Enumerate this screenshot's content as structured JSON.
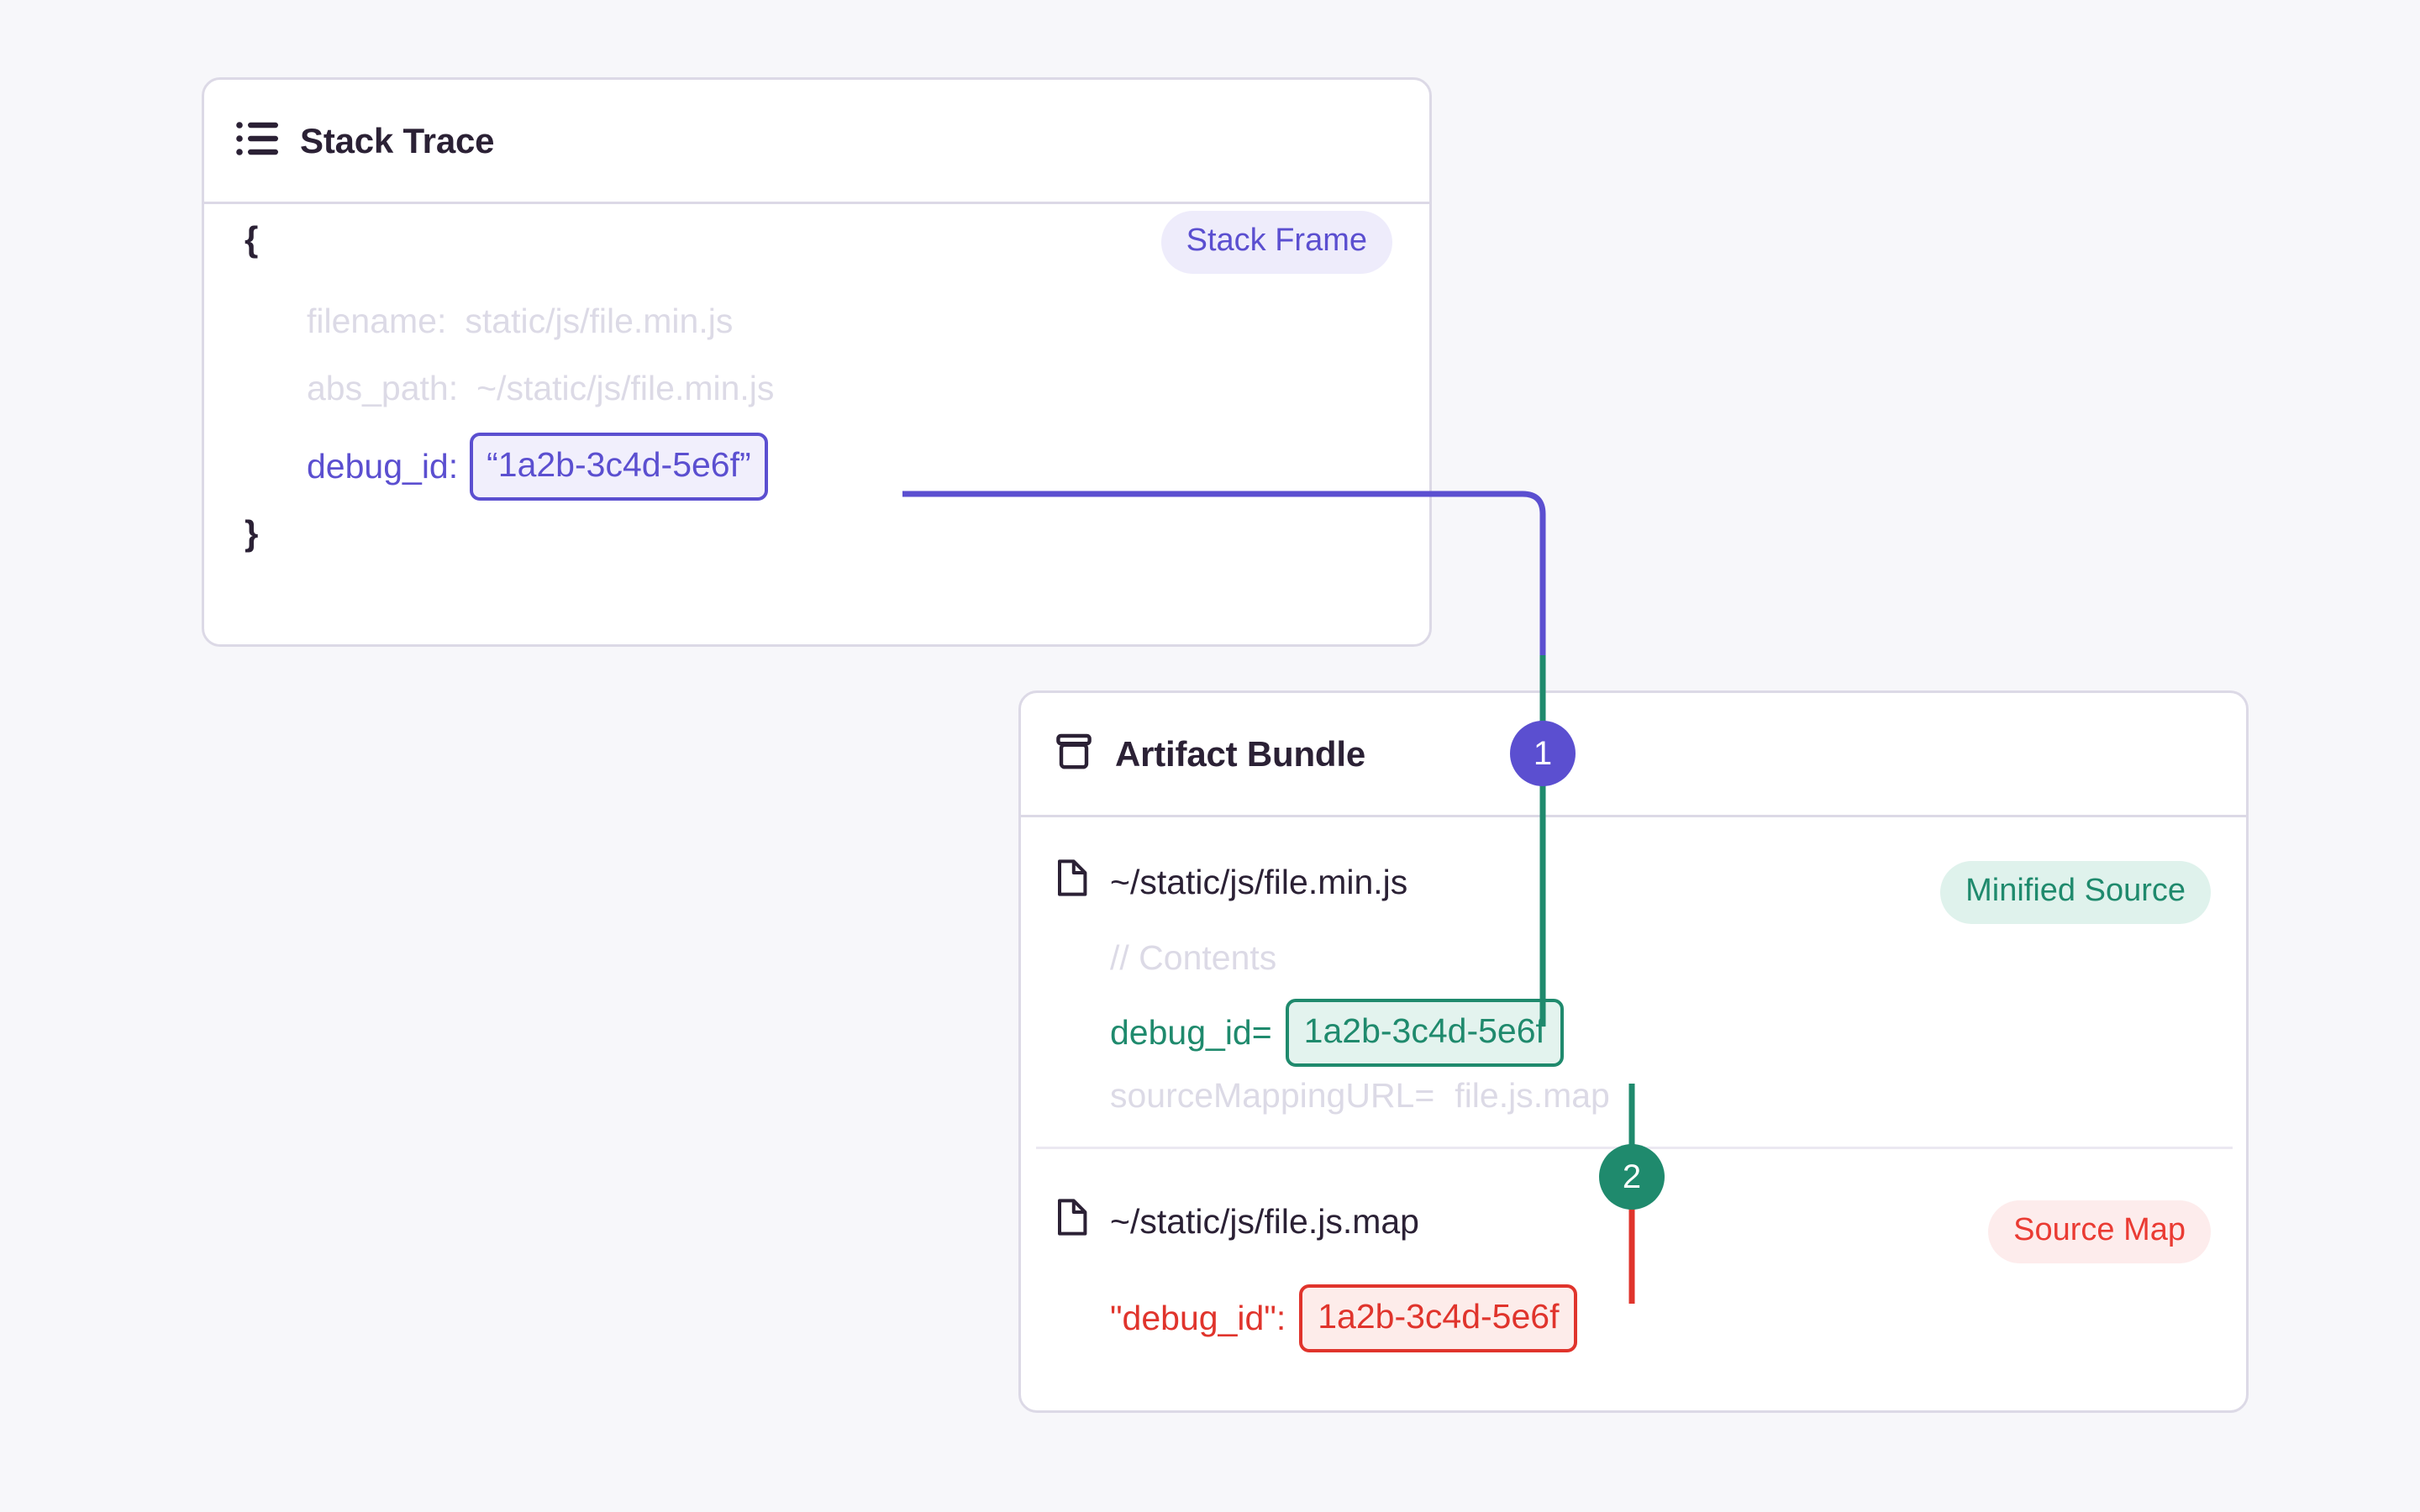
{
  "background_color": "#f7f7fa",
  "colors": {
    "purple": "#5b4fd0",
    "teal": "#1f8a6d",
    "red": "#e0342c",
    "muted_text": "#dcdae6",
    "panel_border": "#dcd9e6",
    "title_text": "#2b2135"
  },
  "stack_trace_panel": {
    "title": "Stack Trace",
    "icon": "list-icon",
    "badge": {
      "label": "Stack Frame",
      "color": "#5b4fd0",
      "background": "#eeecfb"
    },
    "open_brace": "{",
    "close_brace": "}",
    "rows": [
      {
        "key": "filename:",
        "value": "static/js/file.min.js",
        "style": "muted"
      },
      {
        "key": "abs_path:",
        "value": "~/static/js/file.min.js",
        "style": "muted"
      },
      {
        "key": "debug_id:",
        "value": "“1a2b-3c4d-5e6f”",
        "style": "highlight-purple"
      }
    ]
  },
  "artifact_bundle_panel": {
    "title": "Artifact Bundle",
    "icon": "package-icon",
    "artifacts": [
      {
        "icon": "file-icon",
        "path": "~/static/js/file.min.js",
        "badge": {
          "label": "Minified Source",
          "color": "#1f8a6d",
          "background": "#dff2ec"
        },
        "lines": [
          {
            "key": "// Contents",
            "value": "",
            "style": "muted"
          },
          {
            "key": "debug_id=",
            "value": "1a2b-3c4d-5e6f",
            "style": "highlight-teal"
          },
          {
            "key": "sourceMappingURL=",
            "value": "file.js.map",
            "style": "muted"
          }
        ]
      },
      {
        "icon": "file-icon",
        "path": "~/static/js/file.js.map",
        "badge": {
          "label": "Source Map",
          "color": "#ea3b33",
          "background": "#fdecec"
        },
        "lines": [
          {
            "key": "\"debug_id\":",
            "value": "1a2b-3c4d-5e6f",
            "style": "highlight-red"
          }
        ]
      }
    ]
  },
  "connectors": [
    {
      "name": "stack-frame-to-minified-source",
      "from": "stack_trace.debug_id",
      "to": "minified_source.debug_id",
      "start_color": "#5b4fd0",
      "end_color": "#1f8a6d",
      "step_label": "1"
    },
    {
      "name": "minified-source-to-source-map",
      "from": "minified_source.debug_id",
      "to": "source_map.debug_id",
      "start_color": "#1f8a6d",
      "end_color": "#e0342c",
      "step_label": "2"
    }
  ],
  "step_markers": [
    {
      "label": "1",
      "color": "#5b4fd0"
    },
    {
      "label": "2",
      "color": "#1f8a6d"
    }
  ]
}
